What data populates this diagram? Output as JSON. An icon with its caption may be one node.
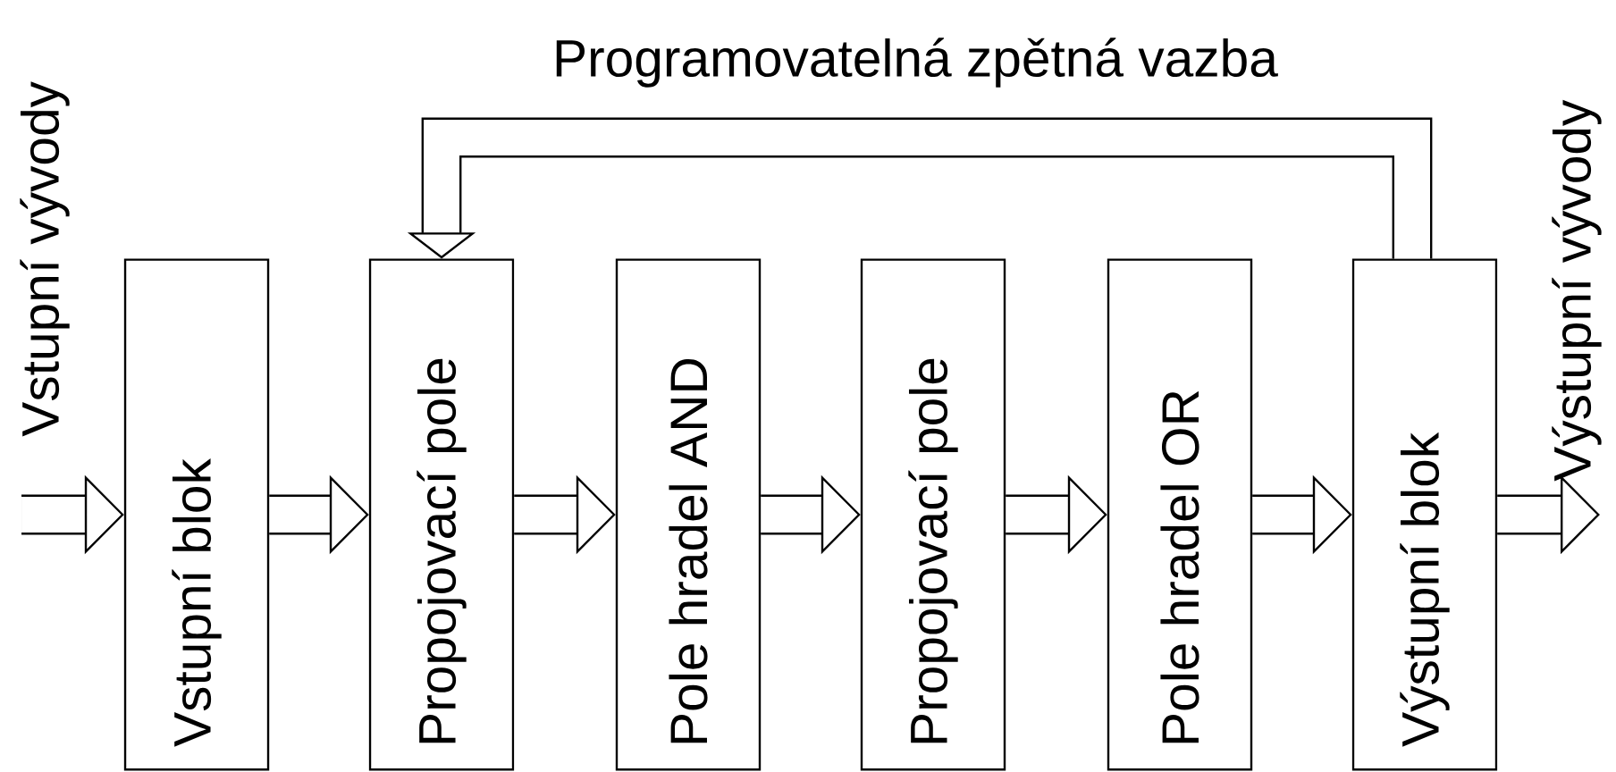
{
  "diagram": {
    "nodes": [
      {
        "text": [
          "Vstupní blok"
        ]
      },
      {
        "text": [
          "Propojovací pole"
        ]
      },
      {
        "text": [
          "Pole hradel AND"
        ]
      },
      {
        "text": [
          "Propojovací pole"
        ]
      },
      {
        "text": [
          "Pole hradel OR"
        ]
      },
      {
        "text": [
          "Výstupní blok"
        ]
      }
    ],
    "edges": [
      {
        "from": null,
        "to": 0,
        "arrow": "to"
      },
      {
        "from": 0,
        "to": 1,
        "arrow": "to"
      },
      {
        "from": 1,
        "to": 2,
        "arrow": "to"
      },
      {
        "from": 2,
        "to": 3,
        "arrow": "to"
      },
      {
        "from": 3,
        "to": 4,
        "arrow": "to"
      },
      {
        "from": 4,
        "to": 5,
        "arrow": "to"
      },
      {
        "from": 5,
        "to": null,
        "arrow": "to"
      },
      {
        "from": 5,
        "to": 1,
        "arrow": "to",
        "label": "Programovatelná zpětná vazba"
      }
    ],
    "labels": [
      "Vstupní vývody",
      "Výstupní vývody"
    ]
  }
}
